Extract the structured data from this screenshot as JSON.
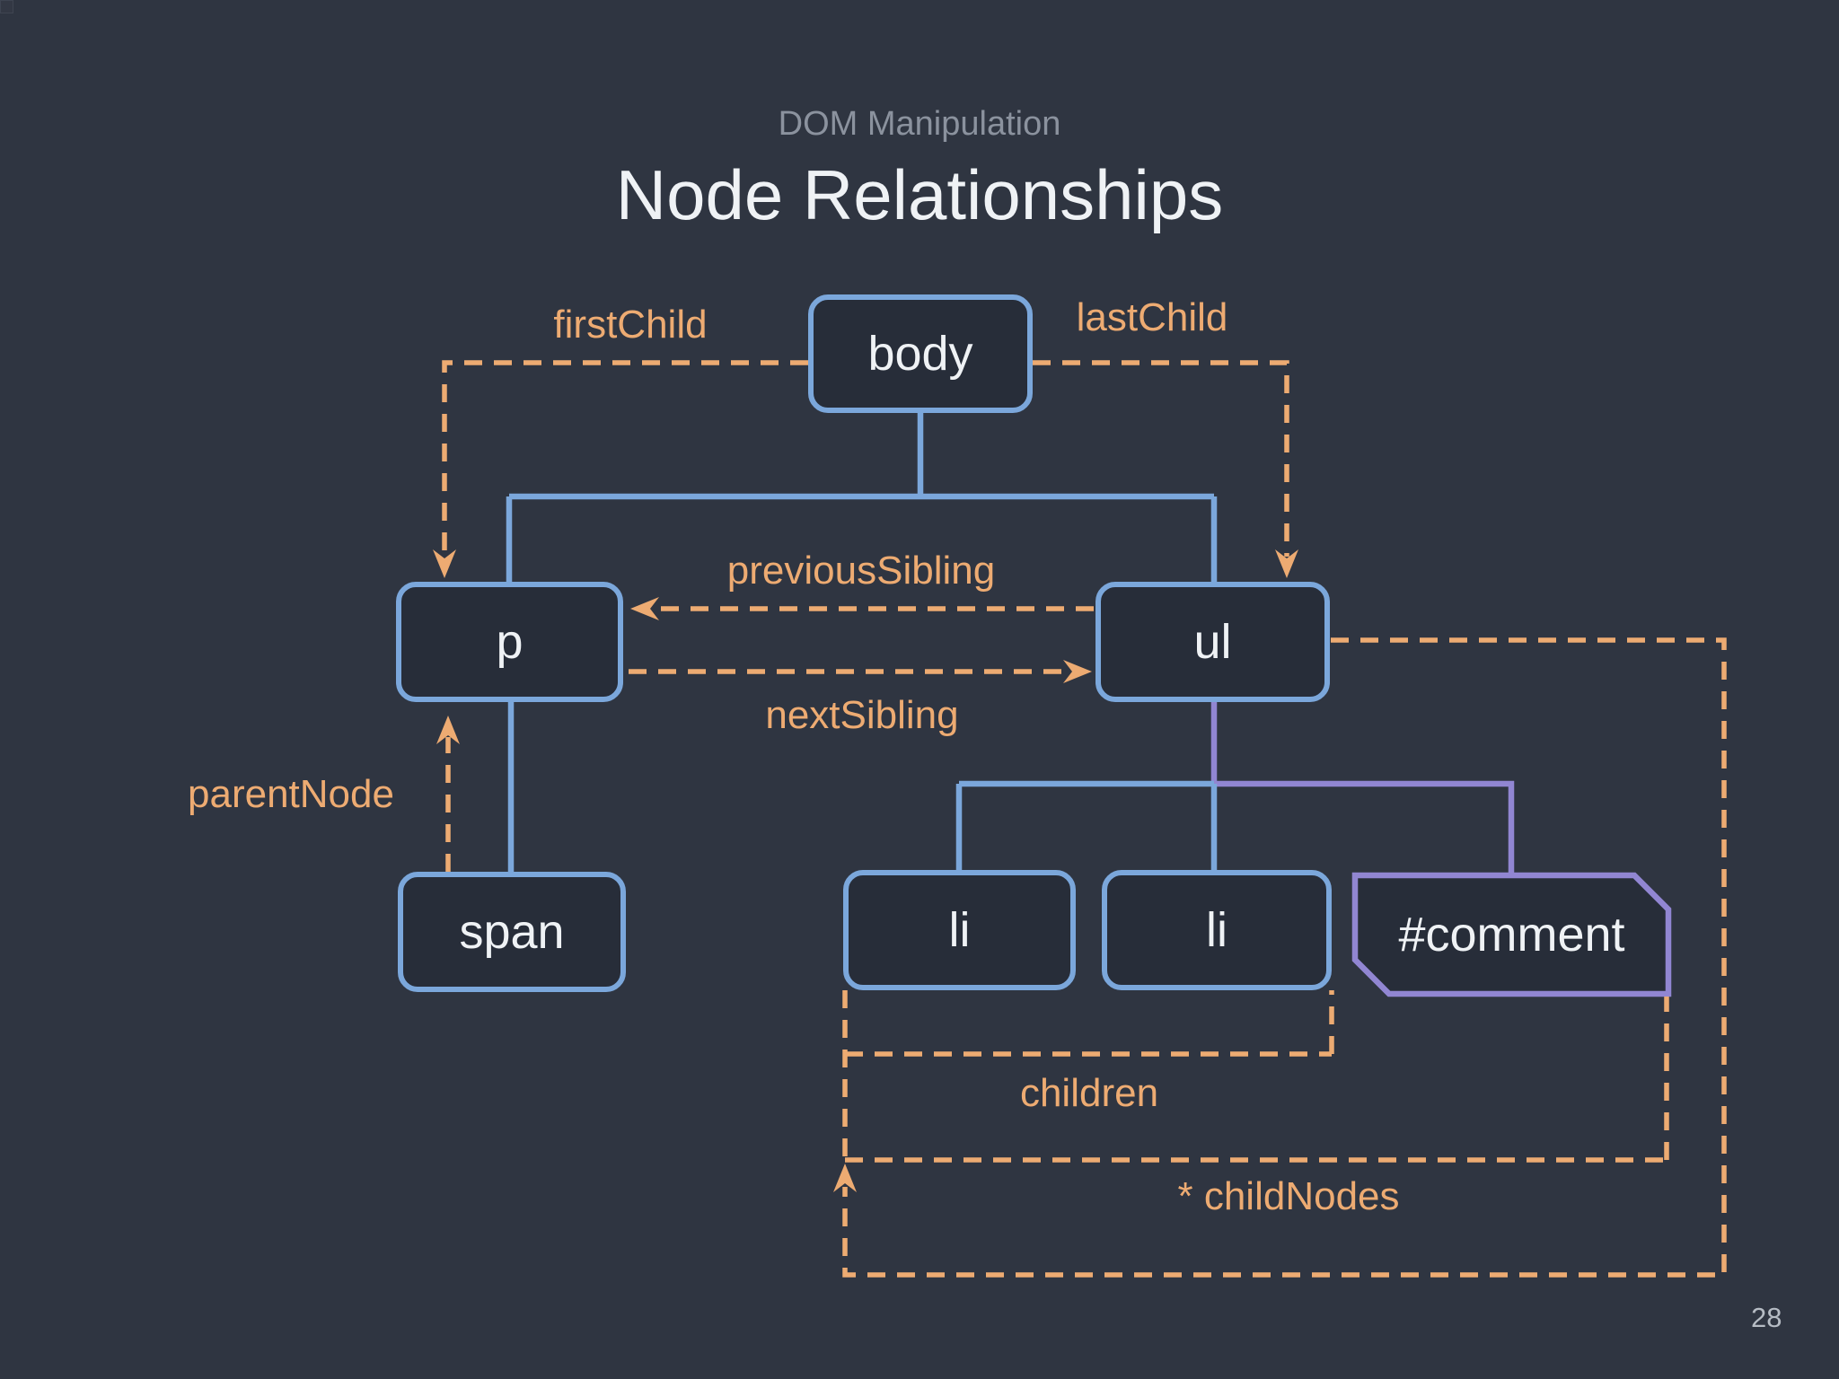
{
  "slide": {
    "eyebrow": "DOM Manipulation",
    "title": "Node Relationships",
    "page_number": "28"
  },
  "nodes": {
    "body": "body",
    "p": "p",
    "ul": "ul",
    "span": "span",
    "li1": "li",
    "li2": "li",
    "comment": "#comment"
  },
  "relationships": {
    "first_child": "firstChild",
    "last_child": "lastChild",
    "previous_sibling": "previousSibling",
    "next_sibling": "nextSibling",
    "parent_node": "parentNode",
    "children": "children",
    "child_nodes": "* childNodes"
  },
  "colors": {
    "background": "#2F3541",
    "node_fill": "#272D39",
    "element_border": "#7BA7DB",
    "comment_border": "#9186D2",
    "relationship": "#EDAB72",
    "text": "#EFF2F5",
    "eyebrow": "#8B929E",
    "pagenum": "#B6BCC4"
  }
}
